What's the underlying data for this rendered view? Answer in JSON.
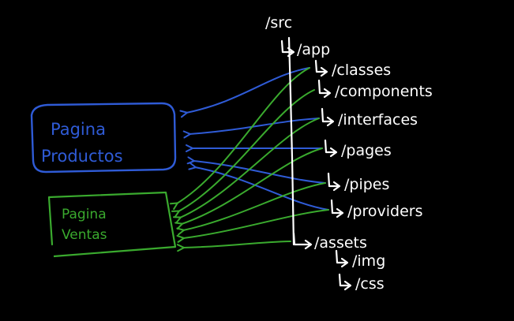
{
  "colors": {
    "background": "#000000",
    "tree": "#ffffff",
    "productos": "#2f5bd6",
    "ventas": "#3aaa2e"
  },
  "tree": {
    "root": "/src",
    "app": "/app",
    "app_children": [
      "/classes",
      "/components",
      "/interfaces",
      "/pages",
      "/pipes",
      "/providers"
    ],
    "assets": "/assets",
    "assets_children": [
      "/img",
      "/css"
    ]
  },
  "boxes": {
    "productos": {
      "line1": "Pagina",
      "line2": "Productos"
    },
    "ventas": {
      "line1": "Pagina",
      "line2": "Ventas"
    }
  },
  "arrows": {
    "productos": [
      "/classes",
      "/interfaces",
      "/pages",
      "/pipes",
      "/providers"
    ],
    "ventas": [
      "/classes",
      "/components",
      "/interfaces",
      "/pages",
      "/pipes",
      "/providers",
      "/assets"
    ]
  }
}
